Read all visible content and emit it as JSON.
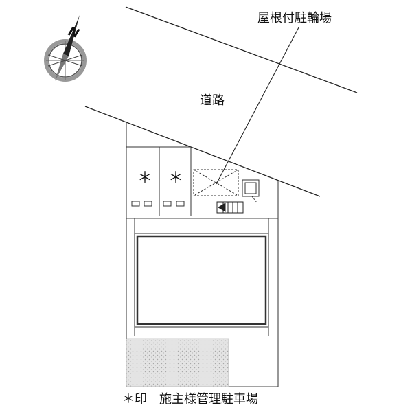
{
  "labels": {
    "road": "道路",
    "covered_bicycle_parking": "屋根付駐輪場",
    "legend": "＊印　施主様管理駐車場",
    "parking_mark": "＊",
    "north": "N"
  },
  "parking": {
    "spaces": [
      {
        "mark": "＊"
      },
      {
        "mark": "＊"
      }
    ]
  },
  "colors": {
    "line": "#222222",
    "hatch_gray": "#d9d9d9",
    "building_outline": "#333333"
  }
}
